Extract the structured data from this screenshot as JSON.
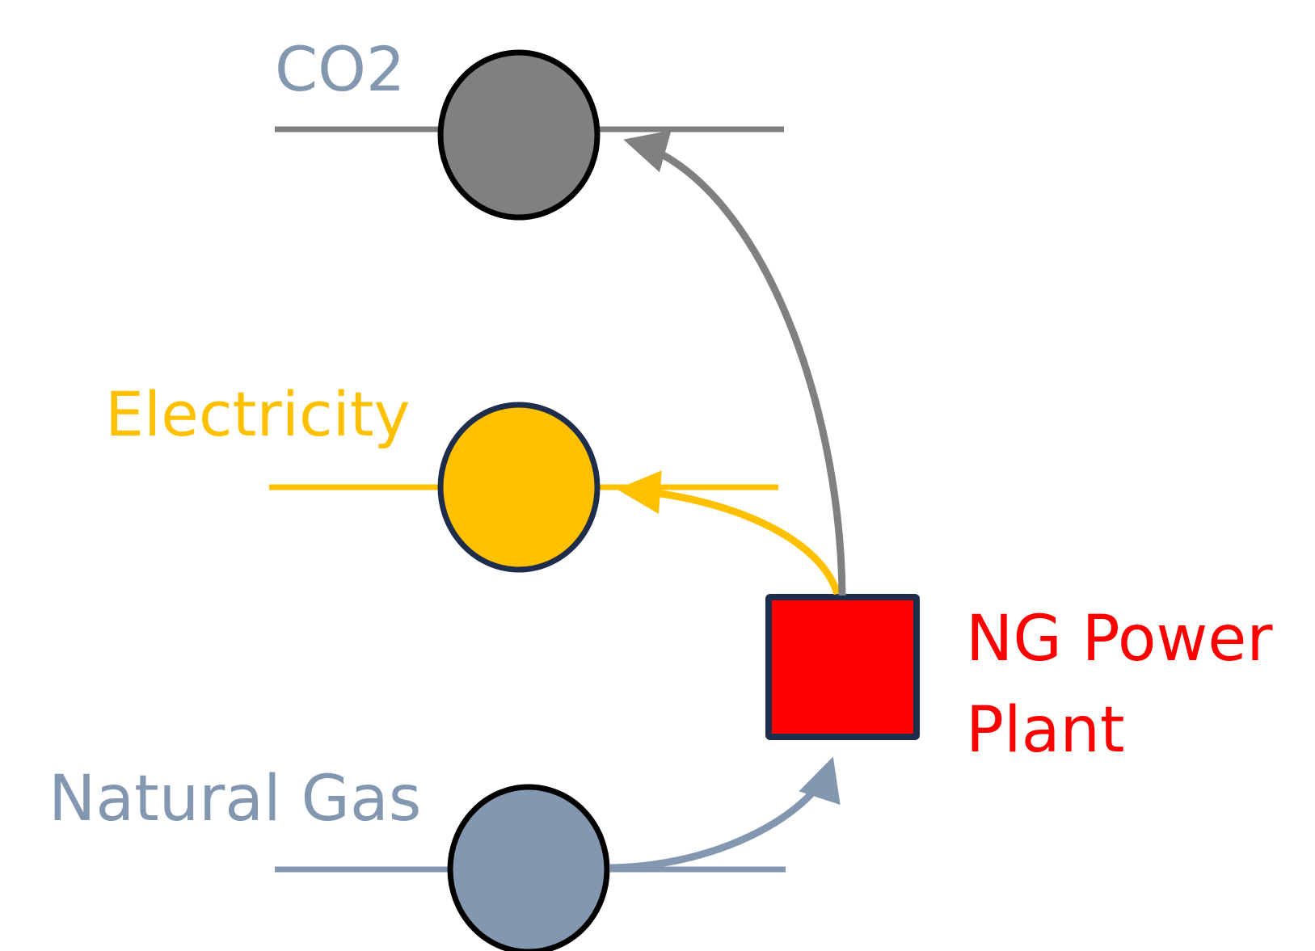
{
  "nodes": {
    "co2": {
      "label": "CO2",
      "fill": "#808080",
      "text_color": "#8497B0"
    },
    "electricity": {
      "label": "Electricity",
      "fill": "#FFC000",
      "text_color": "#FFC000"
    },
    "natural_gas": {
      "label": "Natural Gas",
      "fill": "#8497B0",
      "text_color": "#8497B0"
    }
  },
  "process": {
    "name": "NG Power Plant",
    "label_line1": "NG Power",
    "label_line2": "Plant",
    "fill": "#FF0000",
    "border": "#1F2D4D",
    "text_color": "#FF0000"
  },
  "flows": [
    {
      "from": "natural_gas",
      "to": "process",
      "color": "#8497B0"
    },
    {
      "from": "process",
      "to": "electricity",
      "color": "#FFC000"
    },
    {
      "from": "process",
      "to": "co2",
      "color": "#808080"
    }
  ]
}
